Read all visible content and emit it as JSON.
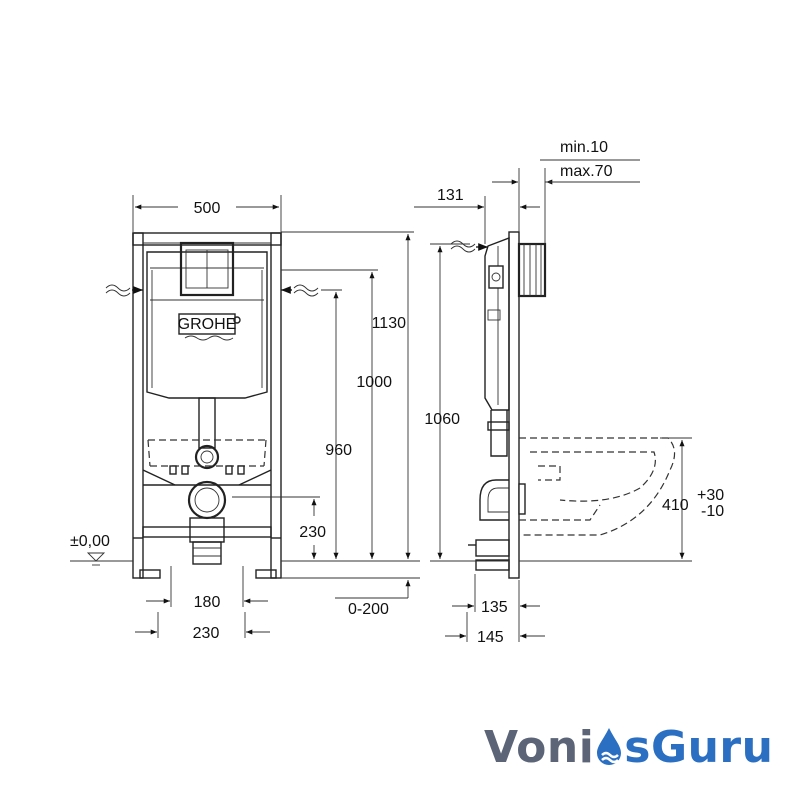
{
  "dimensions": {
    "width_500": "500",
    "height_1130": "1130",
    "height_1000": "1000",
    "height_960": "960",
    "height_230": "230",
    "zero_level": "±0,00",
    "width_180": "180",
    "width_230": "230",
    "range_0_200": "0-200",
    "depth_131": "131",
    "min_10": "min.10",
    "max_70": "max.70",
    "height_1060": "1060",
    "height_410": "410",
    "tol_plus": "+30",
    "tol_minus": "-10",
    "depth_135": "135",
    "depth_145": "145"
  },
  "logo": {
    "text": "GROHE"
  },
  "brand": {
    "part1": "Voni",
    "part2": "sGuru"
  },
  "colors": {
    "line": "#222222",
    "brand_gray": "#5b6577",
    "brand_blue": "#2b6fc2"
  }
}
